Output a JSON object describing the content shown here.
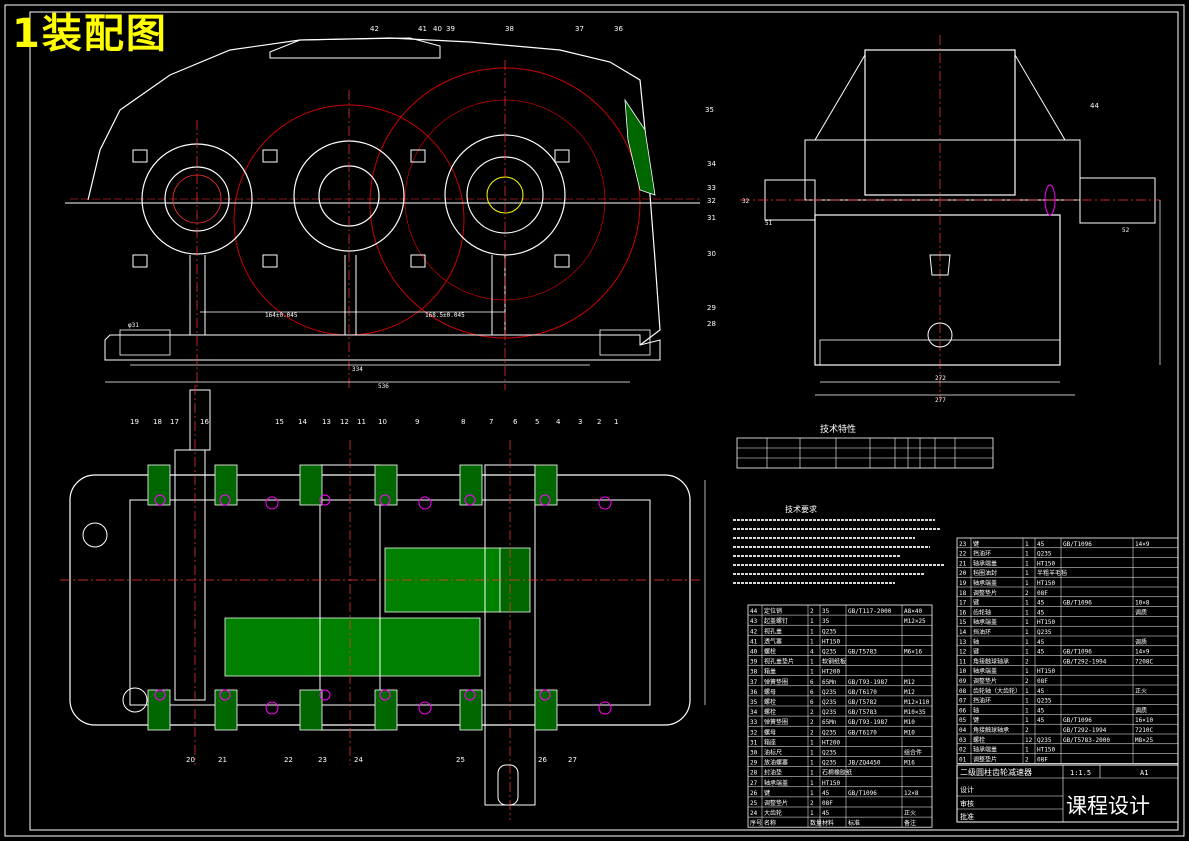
{
  "drawing": {
    "title": "1装配图",
    "course_label": "课程设计",
    "product_name": "二级圆柱齿轮减速器"
  },
  "front_view": {
    "callouts": [
      "42",
      "41",
      "40",
      "39",
      "38",
      "37",
      "36",
      "35",
      "34",
      "33",
      "32",
      "31",
      "30",
      "29",
      "28"
    ],
    "dims": [
      "334",
      "536",
      "164±0.045",
      "168.5±0.045",
      "φ31"
    ]
  },
  "side_view": {
    "callouts": [
      "44"
    ],
    "dims": [
      "272",
      "277",
      "52",
      "51",
      "32"
    ]
  },
  "top_view": {
    "callouts": [
      "19",
      "18",
      "17",
      "16",
      "15",
      "14",
      "13",
      "12",
      "11",
      "10",
      "9",
      "8",
      "7",
      "6",
      "5",
      "4",
      "3",
      "2",
      "1",
      "20",
      "21",
      "22",
      "23",
      "24",
      "25",
      "26",
      "27"
    ]
  },
  "tech_characteristics": {
    "title": "技术特性"
  },
  "tech_requirements": {
    "title": "技术要求"
  },
  "bom": {
    "left": [
      {
        "no": "44",
        "name": "定位销",
        "qty": "2",
        "material": "35",
        "standard": "GB/T117-2000",
        "note": "A8×40"
      },
      {
        "no": "43",
        "name": "起盖螺钉",
        "qty": "1",
        "material": "35",
        "standard": "",
        "note": "M12×25"
      },
      {
        "no": "42",
        "name": "视孔盖",
        "qty": "1",
        "material": "Q235",
        "standard": "",
        "note": ""
      },
      {
        "no": "41",
        "name": "透气塞",
        "qty": "1",
        "material": "HT150",
        "standard": "",
        "note": ""
      },
      {
        "no": "40",
        "name": "螺栓",
        "qty": "4",
        "material": "Q235",
        "standard": "GB/T5783",
        "note": "M6×16"
      },
      {
        "no": "39",
        "name": "视孔盖垫片",
        "qty": "1",
        "material": "软钢纸板",
        "standard": "",
        "note": ""
      },
      {
        "no": "38",
        "name": "箱盖",
        "qty": "1",
        "material": "HT200",
        "standard": "",
        "note": ""
      },
      {
        "no": "37",
        "name": "弹簧垫圈",
        "qty": "6",
        "material": "65Mn",
        "standard": "GB/T93-1987",
        "note": "M12"
      },
      {
        "no": "36",
        "name": "螺母",
        "qty": "6",
        "material": "Q235",
        "standard": "GB/T6170",
        "note": "M12"
      },
      {
        "no": "35",
        "name": "螺栓",
        "qty": "6",
        "material": "Q235",
        "standard": "GB/T5782",
        "note": "M12×110"
      },
      {
        "no": "34",
        "name": "螺栓",
        "qty": "2",
        "material": "Q235",
        "standard": "GB/T5783",
        "note": "M10×35"
      },
      {
        "no": "33",
        "name": "弹簧垫圈",
        "qty": "2",
        "material": "65Mn",
        "standard": "GB/T93-1987",
        "note": "M10"
      },
      {
        "no": "32",
        "name": "螺母",
        "qty": "2",
        "material": "Q235",
        "standard": "GB/T6170",
        "note": "M10"
      },
      {
        "no": "31",
        "name": "箱座",
        "qty": "1",
        "material": "HT200",
        "standard": "",
        "note": ""
      },
      {
        "no": "30",
        "name": "油标尺",
        "qty": "1",
        "material": "Q235",
        "standard": "",
        "note": "组合件"
      },
      {
        "no": "29",
        "name": "放油螺塞",
        "qty": "1",
        "material": "Q235",
        "standard": "JB/ZQ4450",
        "note": "M16"
      },
      {
        "no": "28",
        "name": "封油垫",
        "qty": "1",
        "material": "石棉橡胶纸",
        "standard": "",
        "note": ""
      },
      {
        "no": "27",
        "name": "轴承端盖",
        "qty": "1",
        "material": "HT150",
        "standard": "",
        "note": ""
      },
      {
        "no": "26",
        "name": "键",
        "qty": "1",
        "material": "45",
        "standard": "GB/T1096",
        "note": "12×8"
      },
      {
        "no": "25",
        "name": "调整垫片",
        "qty": "2",
        "material": "08F",
        "standard": "",
        "note": ""
      },
      {
        "no": "24",
        "name": "大齿轮",
        "qty": "1",
        "material": "45",
        "standard": "",
        "note": "正火"
      },
      {
        "no": "序号",
        "name": "名称",
        "qty": "数量",
        "material": "材料",
        "standard": "标准",
        "note": "备注"
      }
    ],
    "right": [
      {
        "no": "23",
        "name": "键",
        "qty": "1",
        "material": "45",
        "standard": "GB/T1096",
        "note": "14×9"
      },
      {
        "no": "22",
        "name": "挡油环",
        "qty": "1",
        "material": "Q235",
        "standard": "",
        "note": ""
      },
      {
        "no": "21",
        "name": "轴承端盖",
        "qty": "1",
        "material": "HT150",
        "standard": "",
        "note": ""
      },
      {
        "no": "20",
        "name": "毡圈油封",
        "qty": "1",
        "material": "半粗羊毛毡",
        "standard": "",
        "note": ""
      },
      {
        "no": "19",
        "name": "轴承端盖",
        "qty": "1",
        "material": "HT150",
        "standard": "",
        "note": ""
      },
      {
        "no": "18",
        "name": "调整垫片",
        "qty": "2",
        "material": "08F",
        "standard": "",
        "note": ""
      },
      {
        "no": "17",
        "name": "键",
        "qty": "1",
        "material": "45",
        "standard": "GB/T1096",
        "note": "10×8"
      },
      {
        "no": "16",
        "name": "齿轮轴",
        "qty": "1",
        "material": "45",
        "standard": "",
        "note": "调质"
      },
      {
        "no": "15",
        "name": "轴承端盖",
        "qty": "1",
        "material": "HT150",
        "standard": "",
        "note": ""
      },
      {
        "no": "14",
        "name": "挡油环",
        "qty": "1",
        "material": "Q235",
        "standard": "",
        "note": ""
      },
      {
        "no": "13",
        "name": "轴",
        "qty": "1",
        "material": "45",
        "standard": "",
        "note": "调质"
      },
      {
        "no": "12",
        "name": "键",
        "qty": "1",
        "material": "45",
        "standard": "GB/T1096",
        "note": "14×9"
      },
      {
        "no": "11",
        "name": "角接触球轴承",
        "qty": "2",
        "material": "",
        "standard": "GB/T292-1994",
        "note": "7208C"
      },
      {
        "no": "10",
        "name": "轴承端盖",
        "qty": "1",
        "material": "HT150",
        "standard": "",
        "note": ""
      },
      {
        "no": "09",
        "name": "调整垫片",
        "qty": "2",
        "material": "08F",
        "standard": "",
        "note": ""
      },
      {
        "no": "08",
        "name": "齿轮轴（大齿轮）",
        "qty": "1",
        "material": "45",
        "standard": "",
        "note": "正火"
      },
      {
        "no": "07",
        "name": "挡油环",
        "qty": "1",
        "material": "Q235",
        "standard": "",
        "note": ""
      },
      {
        "no": "06",
        "name": "轴",
        "qty": "1",
        "material": "45",
        "standard": "",
        "note": "调质"
      },
      {
        "no": "05",
        "name": "键",
        "qty": "1",
        "material": "45",
        "standard": "GB/T1096",
        "note": "16×10"
      },
      {
        "no": "04",
        "name": "角接触球轴承",
        "qty": "2",
        "material": "",
        "standard": "GB/T292-1994",
        "note": "7210C"
      },
      {
        "no": "03",
        "name": "螺栓",
        "qty": "12",
        "material": "Q235",
        "standard": "GB/T5783-2000",
        "note": "M8×25"
      },
      {
        "no": "02",
        "name": "轴承端盖",
        "qty": "1",
        "material": "HT150",
        "standard": "",
        "note": ""
      },
      {
        "no": "01",
        "name": "调整垫片",
        "qty": "2",
        "material": "08F",
        "standard": "",
        "note": ""
      }
    ]
  },
  "title_block": {
    "scale": "1:1.5",
    "sheet": "A1",
    "labels": [
      "设计",
      "审核",
      "批准"
    ]
  },
  "colors": {
    "background": "#000000",
    "lines": "#ffffff",
    "centerline": "#ff0000",
    "section_fill": "#008000",
    "bolt": "#ff00ff",
    "title": "#ffff00"
  }
}
